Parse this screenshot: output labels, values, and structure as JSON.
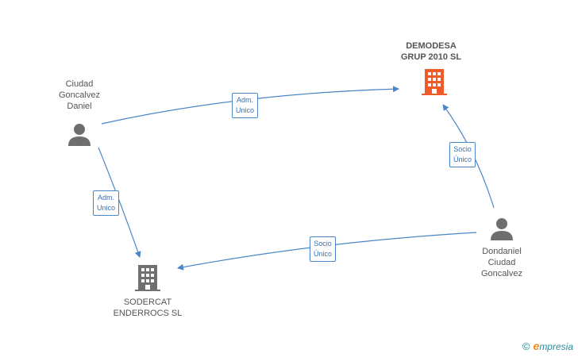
{
  "nodes": {
    "ciudad": {
      "label": "Ciudad\nGoncalvez\nDaniel",
      "type": "person",
      "icon": "person-icon"
    },
    "demodesa": {
      "label": "DEMODESA\nGRUP 2010 SL",
      "type": "company",
      "icon": "building-icon",
      "color": "#f05a28"
    },
    "sodercat": {
      "label": "SODERCAT\nENDERROCS SL",
      "type": "company",
      "icon": "building-icon",
      "color": "#707070"
    },
    "dondaniel": {
      "label": "Dondaniel\nCiudad\nGoncalvez",
      "type": "person",
      "icon": "person-icon"
    }
  },
  "edges": [
    {
      "from": "ciudad",
      "to": "demodesa",
      "label": "Adm.\nUnico"
    },
    {
      "from": "ciudad",
      "to": "sodercat",
      "label": "Adm.\nUnico"
    },
    {
      "from": "dondaniel",
      "to": "demodesa",
      "label": "Socio\nÚnico"
    },
    {
      "from": "dondaniel",
      "to": "sodercat",
      "label": "Socio\nÚnico"
    }
  ],
  "colors": {
    "edge": "#4a86c8",
    "person": "#6e6e6e"
  },
  "brand": {
    "copyright": "©",
    "e_letter": "e",
    "name": "mpresia"
  }
}
